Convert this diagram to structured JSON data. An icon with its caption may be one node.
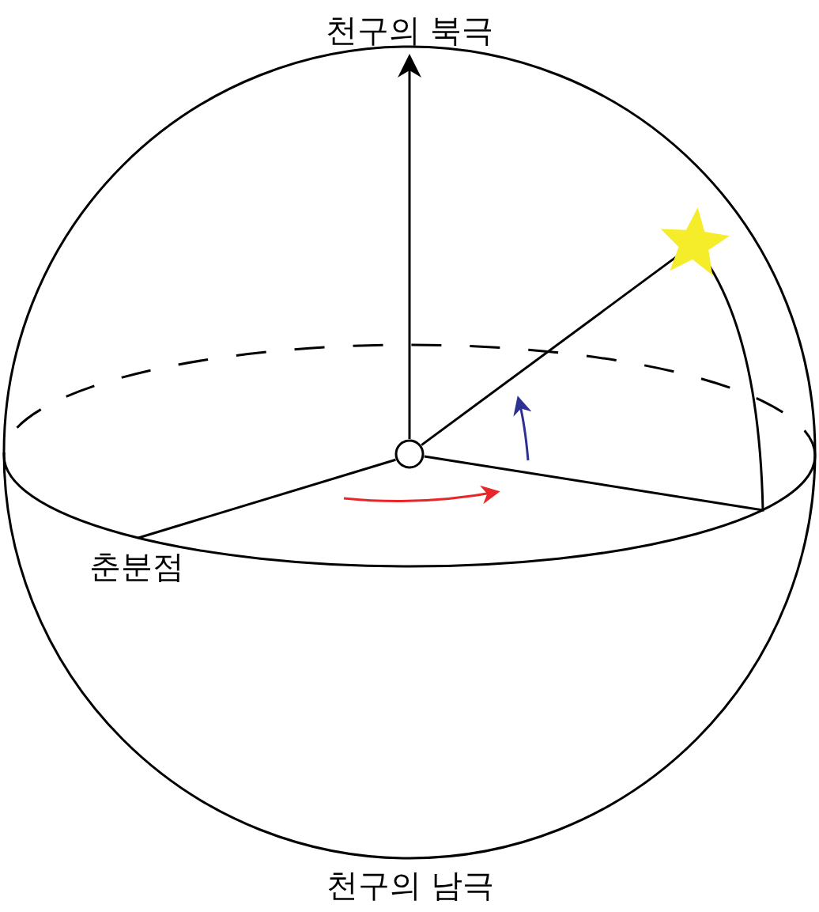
{
  "diagram": {
    "nodes": [
      {
        "text": [
          "천구의 북극"
        ]
      },
      {
        "text": [],
        "shape": "circle"
      },
      {
        "text": [
          "춘분점"
        ]
      },
      {
        "text": [],
        "shape": "star"
      },
      {
        "text": [
          "천구의 남극"
        ]
      }
    ],
    "edges": [
      {
        "from": 1,
        "to": 0,
        "arrow": "to"
      },
      {
        "from": 1,
        "to": 3,
        "arrow": "none"
      },
      {
        "from": 1,
        "to": 2,
        "arrow": "none"
      },
      {
        "from": 1,
        "to": 3,
        "arrow": "none"
      }
    ]
  }
}
